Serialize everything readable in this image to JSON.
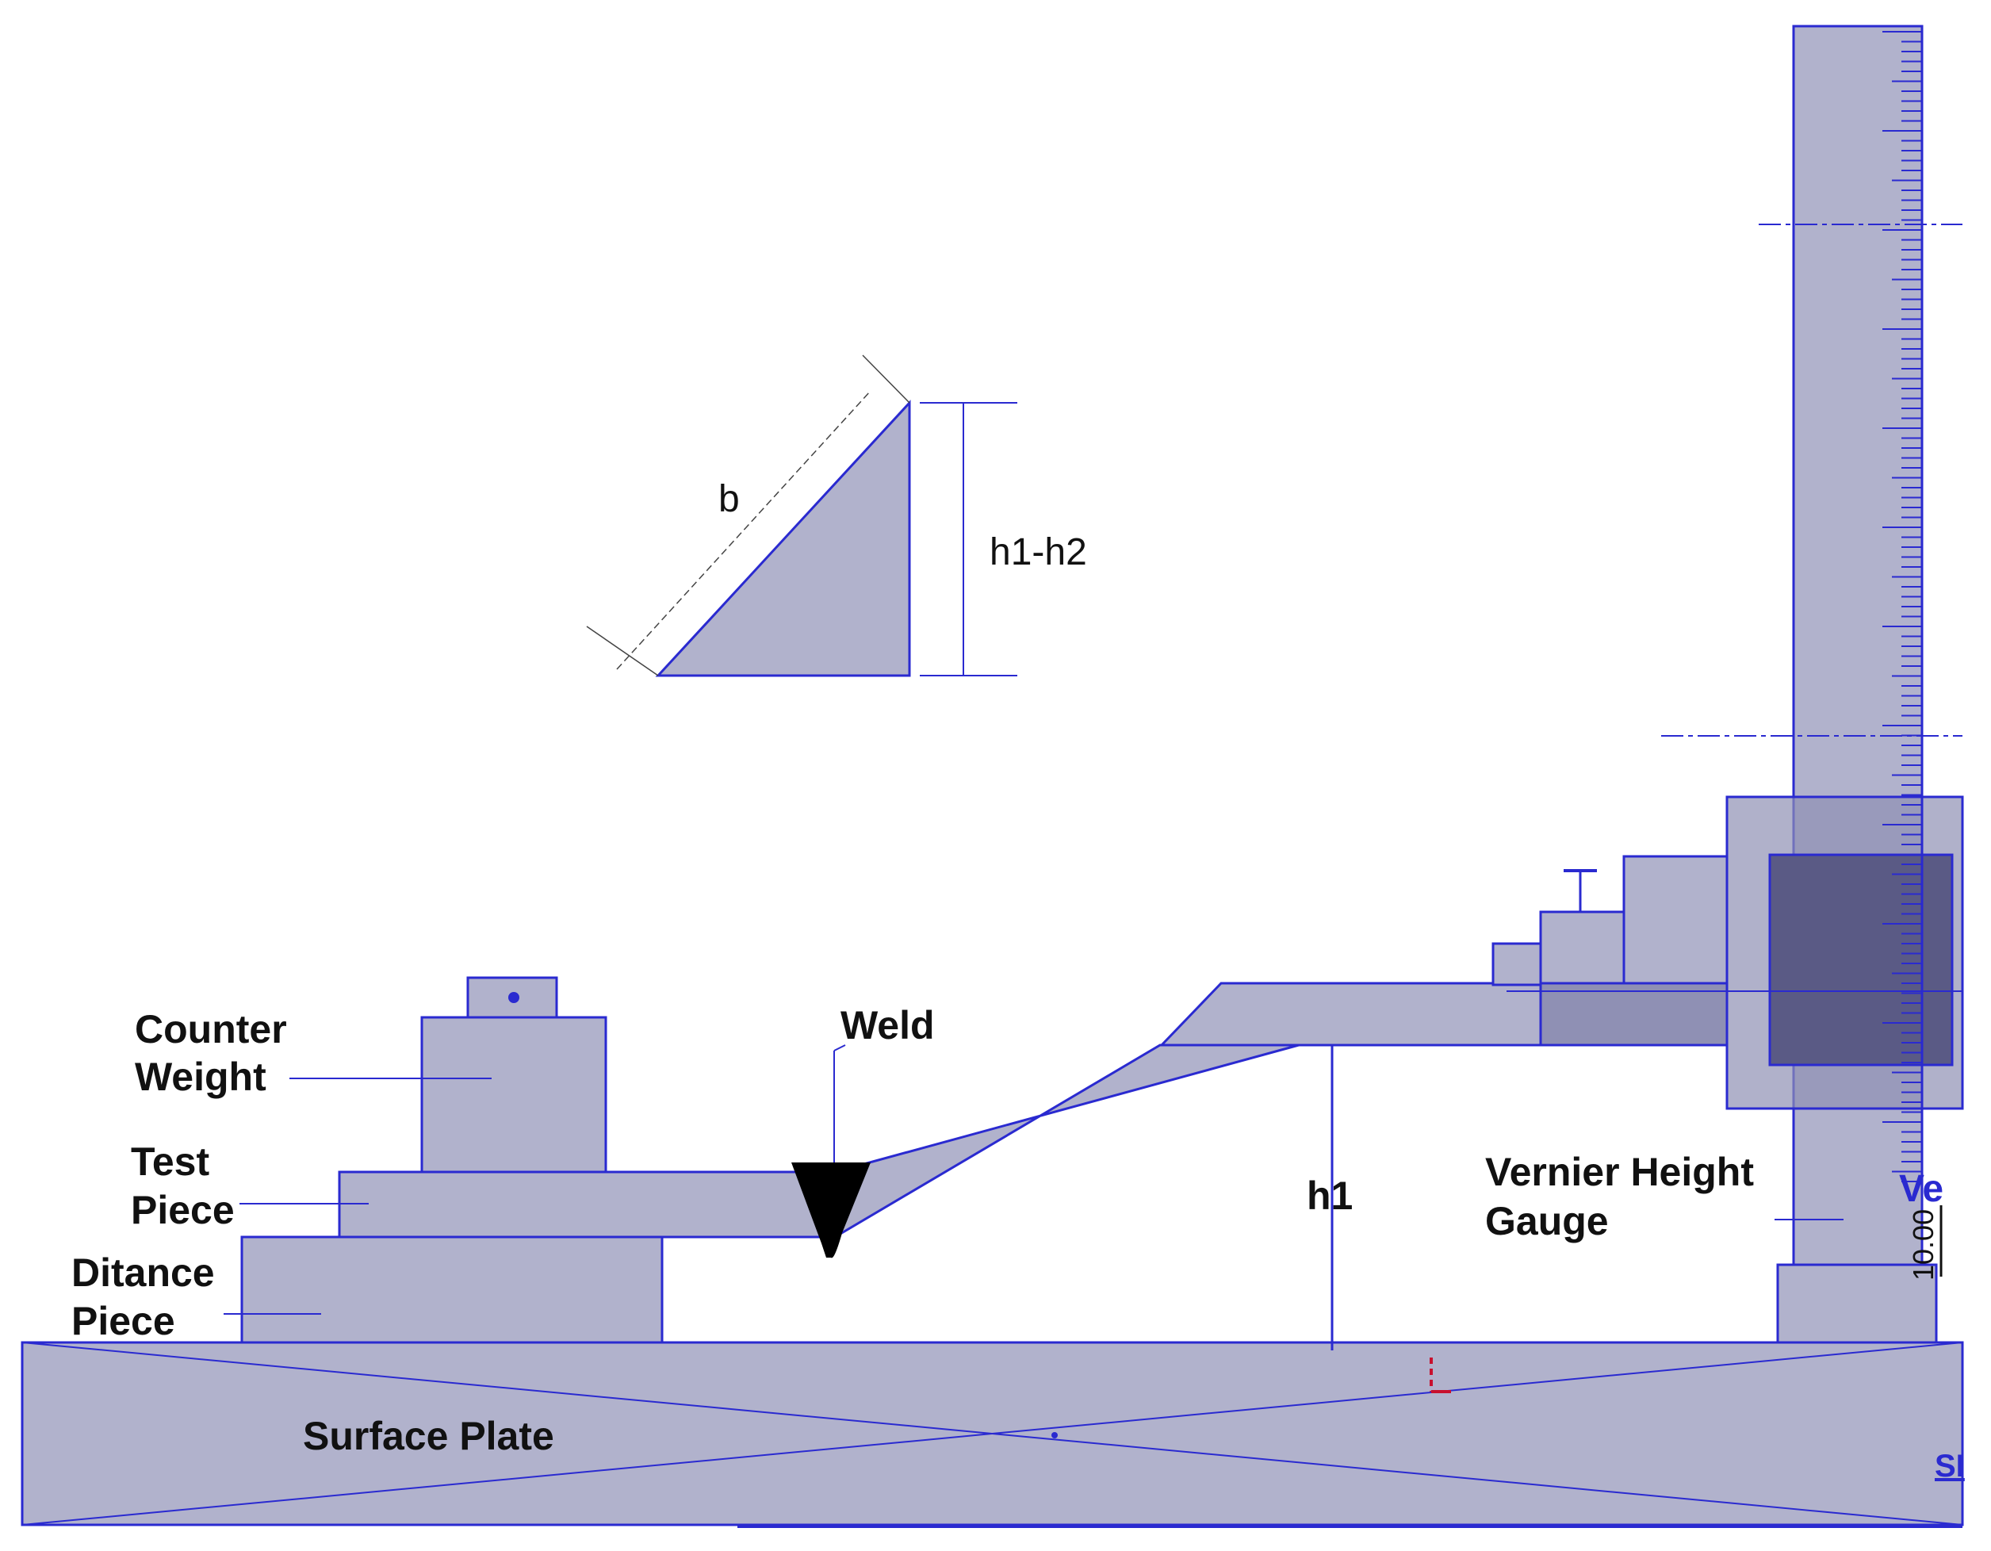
{
  "labels": {
    "counter_weight": [
      "Counter",
      "Weight"
    ],
    "test_piece": [
      "Test",
      "Piece"
    ],
    "distance_piece": [
      "Ditance",
      "Piece"
    ],
    "weld": "Weld",
    "surface_plate": "Surface Plate",
    "vernier_height_gauge": [
      "Vernier Height",
      "Gauge"
    ],
    "h1": "h1",
    "b": "b",
    "h1_h2": "h1-h2",
    "scale_readout": "10.00",
    "scale_logo": "Ve",
    "plate_logo": "SI"
  },
  "colors": {
    "part_fill": "#b1b2cc",
    "part_dark_fill": "#5a5a85",
    "part_mid_fill": "#8f90b4",
    "outline": "#2a2ad0",
    "weld": "#000000",
    "text": "#111111",
    "origin_marker": "#c8102e"
  }
}
